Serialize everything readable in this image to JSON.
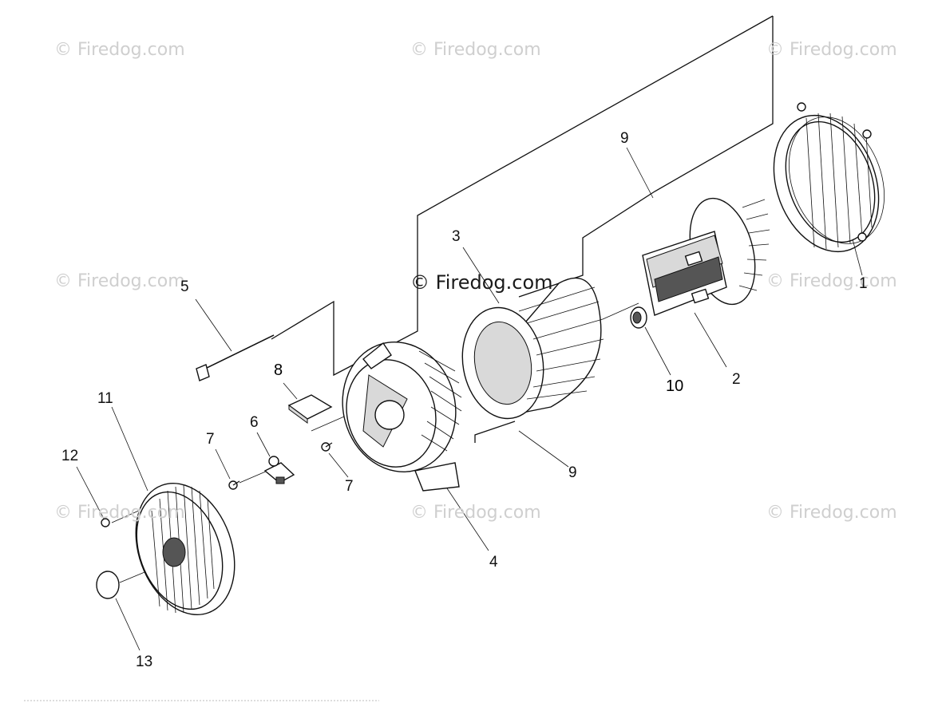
{
  "watermark": {
    "text": "© Firedog.com"
  },
  "callouts": {
    "c1": "1",
    "c2": "2",
    "c3": "3",
    "c4": "4",
    "c5": "5",
    "c6": "6",
    "c7a": "7",
    "c7b": "7",
    "c8": "8",
    "c9a": "9",
    "c9b": "9",
    "c10": "10",
    "c11": "11",
    "c12": "12",
    "c13": "13"
  },
  "colors": {
    "line": "#111111",
    "watermark": "#cfcfcf",
    "background": "#ffffff"
  }
}
